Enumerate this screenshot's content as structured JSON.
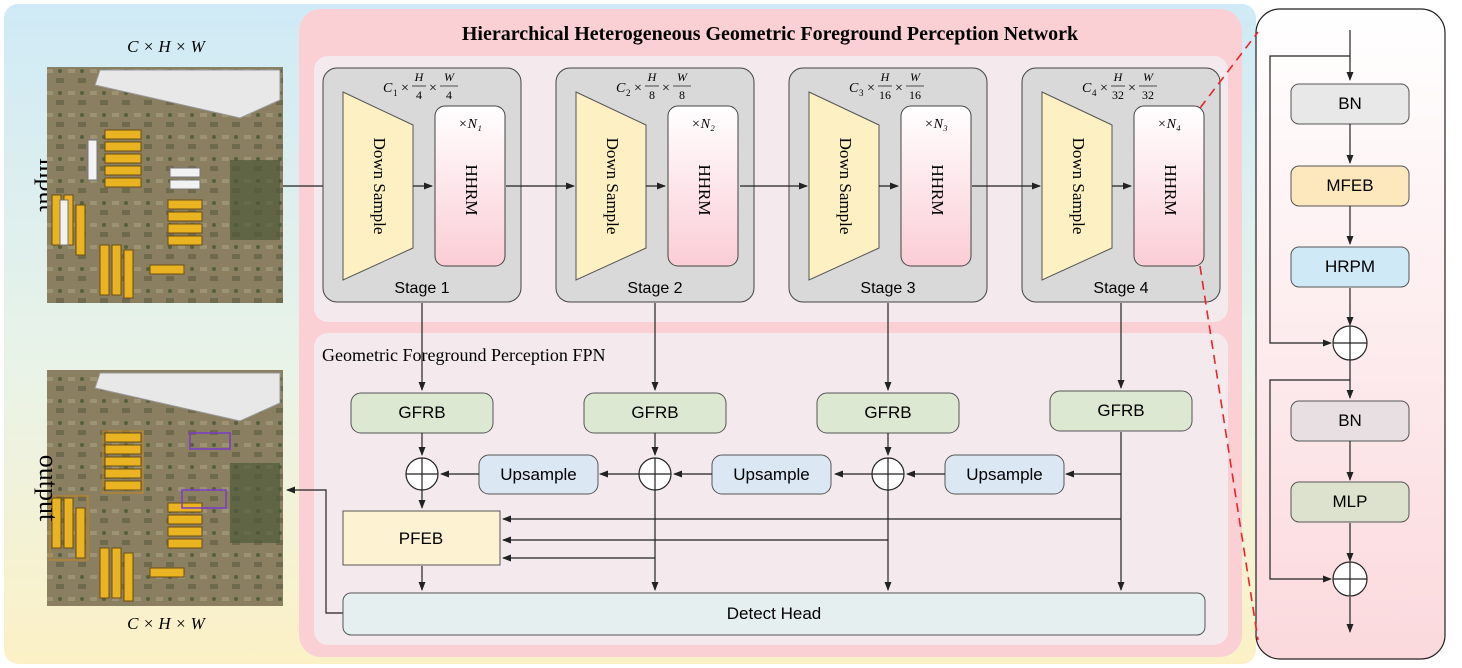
{
  "title": "Hierarchical Heterogeneous Geometric Foreground Perception Network",
  "input": {
    "label": "input",
    "dims": "C × H × W"
  },
  "output": {
    "label": "output",
    "dims": "C × H × W"
  },
  "stages": [
    {
      "label": "Stage 1",
      "dims": "C₁ × H/4 × W/4",
      "down": "Down Sample",
      "block": "HHRM",
      "repeat": "×N₁",
      "c": "C",
      "sub": "1",
      "h": "H",
      "hd": "4",
      "w": "W",
      "wd": "4"
    },
    {
      "label": "Stage 2",
      "dims": "C₂ × H/8 × W/8",
      "down": "Down Sample",
      "block": "HHRM",
      "repeat": "×N₂",
      "c": "C",
      "sub": "2",
      "h": "H",
      "hd": "8",
      "w": "W",
      "wd": "8"
    },
    {
      "label": "Stage 3",
      "dims": "C₃ × H/16 × W/16",
      "down": "Down Sample",
      "block": "HHRM",
      "repeat": "×N₃",
      "c": "C",
      "sub": "3",
      "h": "H",
      "hd": "16",
      "w": "W",
      "wd": "16"
    },
    {
      "label": "Stage 4",
      "dims": "C₄ × H/32 × W/32",
      "down": "Down Sample",
      "block": "HHRM",
      "repeat": "×N₄",
      "c": "C",
      "sub": "4",
      "h": "H",
      "hd": "32",
      "w": "W",
      "wd": "32"
    }
  ],
  "fpn": {
    "title": "Geometric Foreground Perception FPN",
    "gfrb": [
      "GFRB",
      "GFRB",
      "GFRB",
      "GFRB"
    ],
    "upsample": [
      "Upsample",
      "Upsample",
      "Upsample"
    ],
    "pfeb": "PFEB",
    "head": "Detect Head"
  },
  "detail": {
    "blocks": [
      "BN",
      "MFEB",
      "HRPM",
      "BN",
      "MLP"
    ]
  },
  "colors": {
    "outer_bg_top": "#d4ecf7",
    "outer_bg_bottom": "#fcf2c8",
    "network_bg": "#fbd3d6",
    "inner_panel": "#f3e9ec",
    "stage_box": "#d9d9d9",
    "downsample": "#fdf0c2",
    "hhrm": "#fbd0d8",
    "gfrb": "#dde8d2",
    "upsample": "#dbe8f4",
    "pfeb": "#fdf3d3",
    "head": "#e6eeee",
    "bn": "#e8e8e8",
    "mfeb": "#fde8bd",
    "hrpm": "#cfe9f7",
    "bn2": "#e8dfe2",
    "mlp": "#dde2cf",
    "dashed": "#e8242a"
  }
}
